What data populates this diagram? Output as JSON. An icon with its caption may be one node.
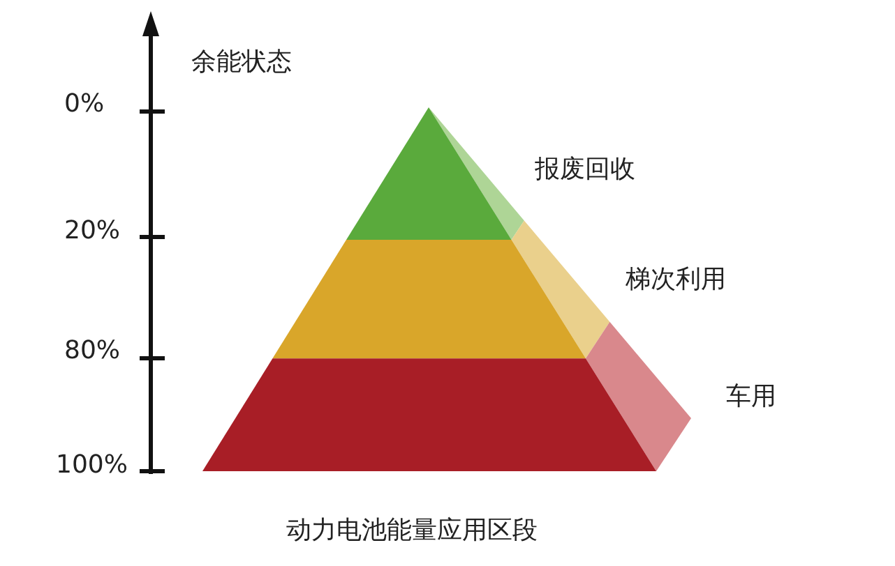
{
  "diagram": {
    "caption": "动力电池能量应用区段",
    "nodes": [
      {
        "text": [],
        "shape": "triangle",
        "beside": [
          "报废回收"
        ]
      },
      {
        "text": [],
        "shape": "band",
        "beside": [
          "梯次利用"
        ]
      },
      {
        "text": [],
        "shape": "band",
        "beside": [
          "车用"
        ]
      }
    ],
    "labels": [
      "余能状态",
      "0%",
      "20%",
      "80%",
      "100%"
    ]
  }
}
